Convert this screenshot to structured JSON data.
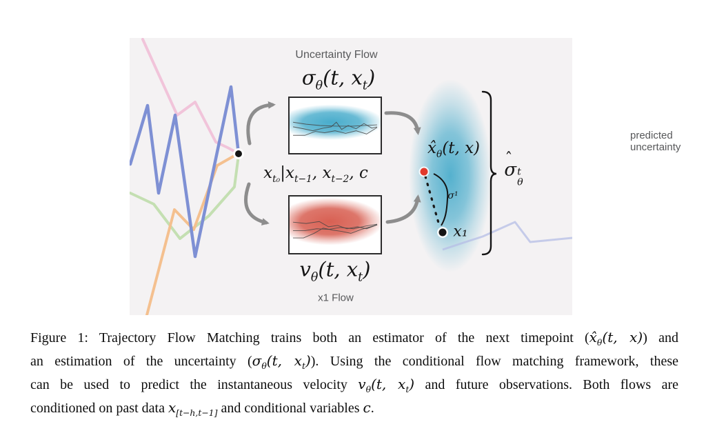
{
  "panel": {
    "uncertainty_flow_label": "Uncertainty Flow",
    "x1_flow_label": "x1 Flow",
    "predicted_uncertainty": {
      "line1": "predicted",
      "line2": "uncertainty"
    },
    "formulas": {
      "sigma_flow": {
        "base": "σ",
        "sub1": "θ",
        "mid": "(t, x",
        "sub2": "t",
        "close": ")"
      },
      "v_flow": {
        "base": "v",
        "sub1": "θ",
        "mid": "(t, x",
        "sub2": "t",
        "close": ")"
      },
      "xhat": {
        "base": "x̂",
        "sub1": "θ",
        "args": "(t, x)"
      },
      "condition": {
        "s1": "x",
        "sub1": "t₀",
        "s2": "|x",
        "sub2": "t−1",
        "s3": ", x",
        "sub3": "t−2",
        "s4": ", c"
      },
      "sigma_one": "σ¹",
      "x_one": "x₁",
      "sigma_hat": {
        "hat": "ˆ",
        "base": "σ",
        "sup": "t",
        "sub": "θ"
      }
    },
    "colors": {
      "panel_bg": "#f4f2f3",
      "trajectory_blue": "#7e90d4",
      "trajectory_pink": "#f1c4da",
      "trajectory_orange": "#f4c08f",
      "trajectory_green": "#c4dfb2",
      "forecast_blue": "#b6bee6",
      "flow_teal": "#3fa8c9",
      "flow_red": "#d6584a",
      "dot_red": "#e1392c",
      "dot_black": "#151515",
      "arrow_gray": "#8d8d8d",
      "box_border": "#2b2b2b",
      "label_gray": "#57585a",
      "thin_line": "#444444"
    }
  },
  "caption": {
    "line1": {
      "t1": "Figure 1: Trajectory Flow Matching trains both an estimator of the next timepoint (",
      "m_base": "x̂",
      "m_sub": "θ",
      "m_args": "(t, x)",
      "t2": ") and"
    },
    "line2": {
      "t1": "an estimation of the uncertainty (",
      "m_base": "σ",
      "m_sub": "θ",
      "m_args1": "(t, x",
      "m_sub2": "t",
      "m_close": ")",
      "t2": "). Using the conditional flow matching framework, these"
    },
    "line3": {
      "t1": "can be used to predict the instantaneous velocity ",
      "m_base": "v",
      "m_sub": "θ",
      "m_args1": "(t, x",
      "m_sub2": "t",
      "m_close": ")",
      "t2": " and future observations. Both flows are"
    },
    "line4": {
      "t1": "conditioned on past data ",
      "m_base": "x",
      "m_sub": "[t−h,t−1]",
      "t2": " and conditional variables ",
      "m_c": "c",
      "t3": "."
    }
  }
}
